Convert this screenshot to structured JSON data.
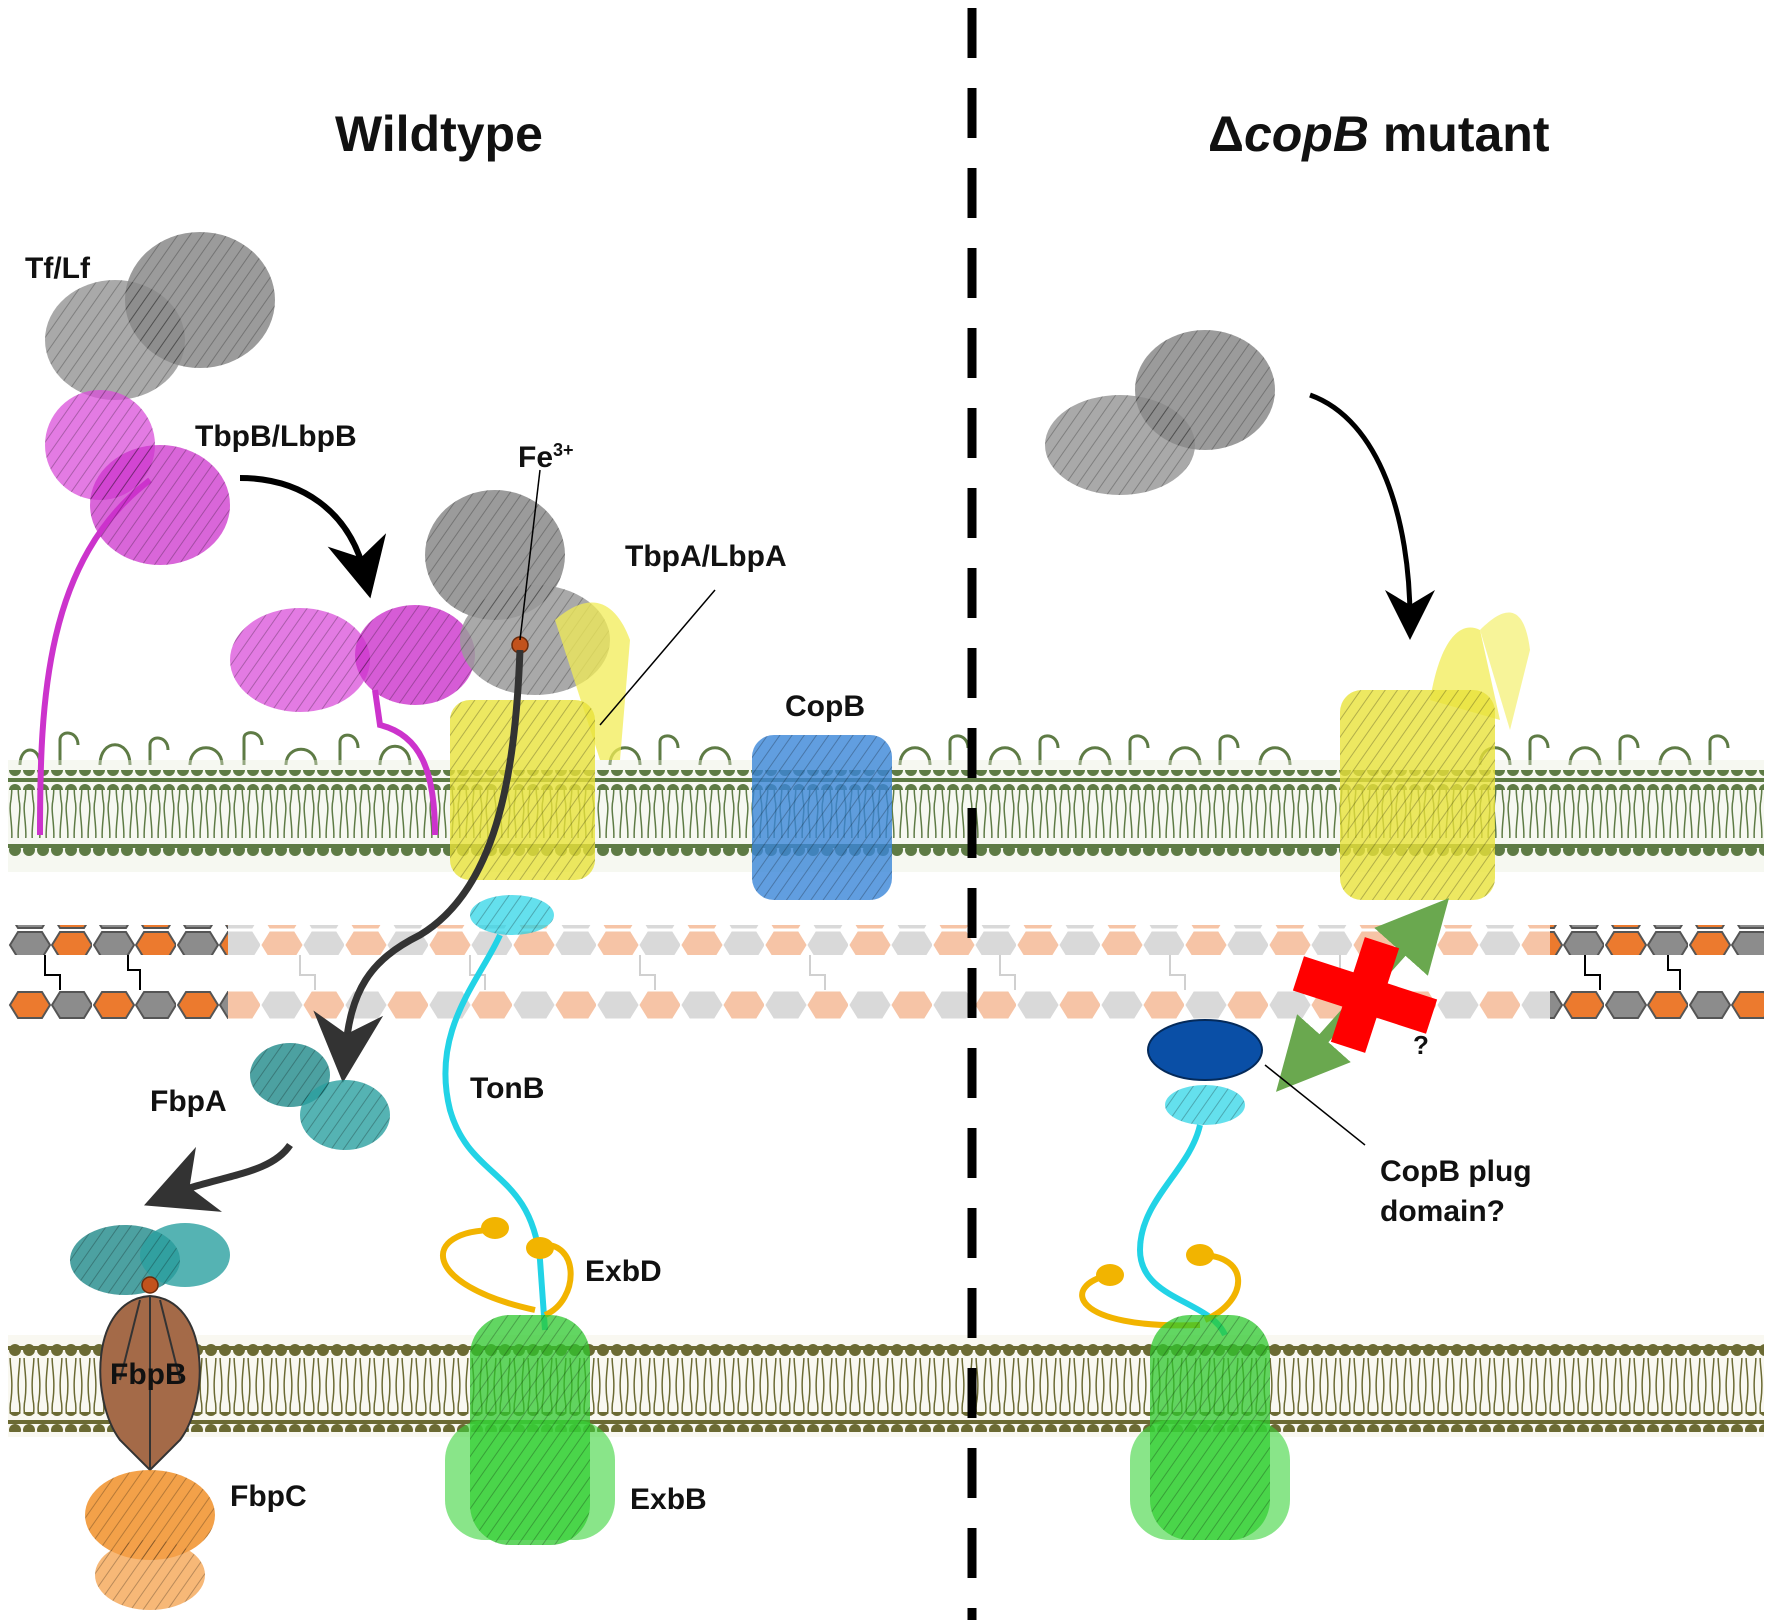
{
  "panels": {
    "left_title": "Wildtype",
    "right_title_delta": "Δ",
    "right_title_gene": "copB",
    "right_title_rest": " mutant"
  },
  "labels": {
    "tf_lf": "Tf/Lf",
    "tbpb_lbpb": "TbpB/LbpB",
    "fe3": "Fe",
    "fe3_charge": "3+",
    "tbpa_lbpa": "TbpA/LbpA",
    "copb": "CopB",
    "fbpa": "FbpA",
    "tonb": "TonB",
    "exbd": "ExbD",
    "fbpb": "FbpB",
    "fbpc": "FbpC",
    "exbb": "ExbB",
    "copb_plug_line1": "CopB plug",
    "copb_plug_line2": "domain?",
    "question": "?"
  },
  "colors": {
    "transferrin": "#8a8a8a",
    "tbpb": "#cc33cc",
    "tbpa": "#e8e23a",
    "copb": "#1f6fd1",
    "tonb": "#22d3e6",
    "exbd": "#f2b400",
    "exbb": "#2ec82e",
    "fbpa": "#1f8a8a",
    "fbpb": "#a46a48",
    "fbpc": "#f08a1c",
    "outer_membrane": "#5e7b45",
    "inner_membrane": "#6b6a33",
    "peptidoglycan_orange": "#ec7a2e",
    "peptidoglycan_gray": "#8c8c8c",
    "block_cross": "#ff0000",
    "green_arrow": "#6aa84f",
    "plug": "#0a4fa6"
  }
}
